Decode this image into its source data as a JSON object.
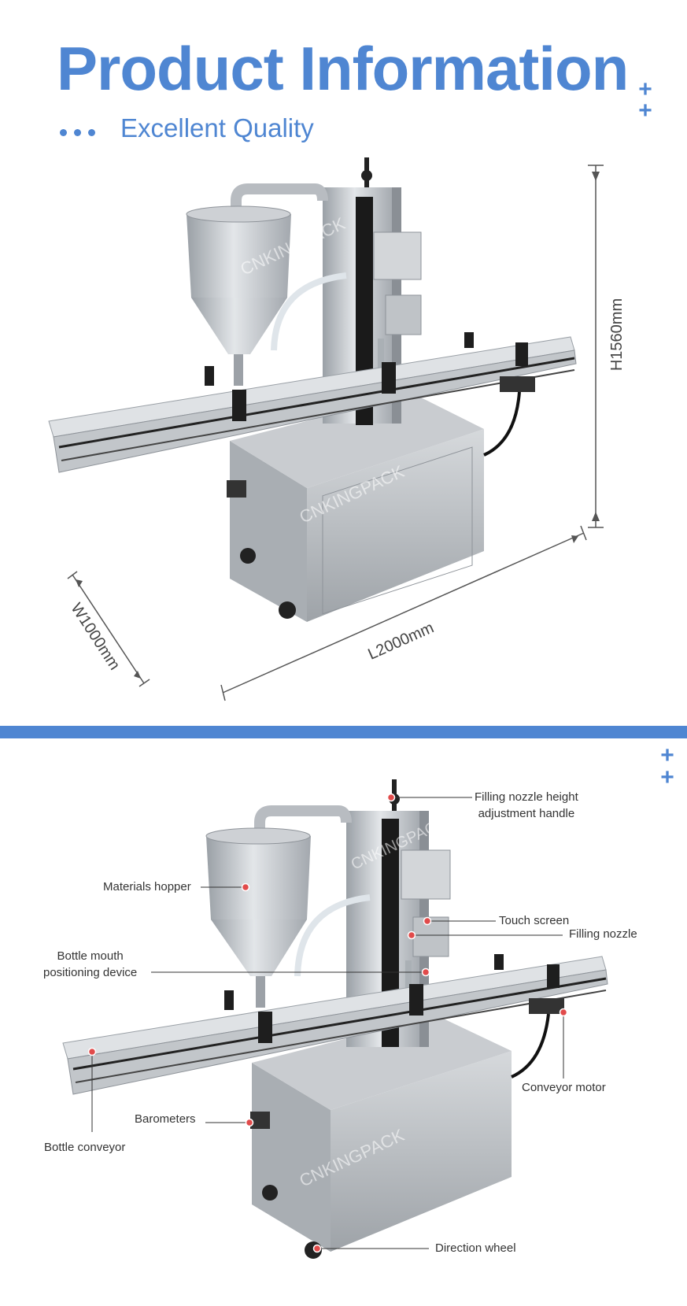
{
  "header": {
    "title": "Product Information",
    "subtitle": "Excellent Quality",
    "plus_glyph": "+"
  },
  "dimensions": {
    "height": "H1560mm",
    "length": "L2000mm",
    "width": "W1000mm"
  },
  "watermark": "CNKINGPACK",
  "callouts": {
    "nozzle_height_line1": "Filling nozzle height",
    "nozzle_height_line2": "adjustment handle",
    "materials_hopper": "Materials hopper",
    "touch_screen": "Touch screen",
    "filling_nozzle": "Filling nozzle",
    "bottle_mouth_line1": "Bottle mouth",
    "bottle_mouth_line2": "positioning device",
    "conveyor_motor": "Conveyor motor",
    "barometers": "Barometers",
    "bottle_conveyor": "Bottle conveyor",
    "direction_wheel": "Direction wheel"
  },
  "colors": {
    "accent": "#4f86d2",
    "steel": "#b9bdc2",
    "callout_dot": "#e14b4b",
    "dim_line": "#555555"
  },
  "icons": [
    "plus-icon",
    "dot-icon",
    "arrow-icon"
  ]
}
